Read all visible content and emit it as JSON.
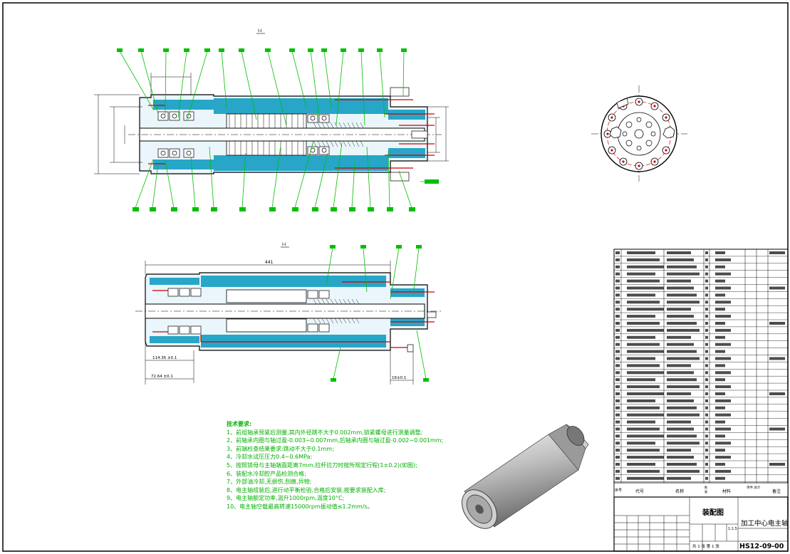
{
  "drawing": {
    "section_label_top": "I-I",
    "section_label_mid": "I-I",
    "dim_total": "441",
    "dim_a": "114.36 ±0.1",
    "dim_b": "72.64 ±0.1",
    "dim_c": "16±0.1"
  },
  "tech_notes": {
    "title": "技术要求:",
    "items": [
      "1、前组轴承预紧后测量,其内外径跳不大于0.002mm,锁紧螺母进行测量调整;",
      "2、前轴承内圈与轴过盈-0.003~0.007mm,后轴承内圈与轴过盈-0.002~0.001mm;",
      "3、前端检查结果要求:跳动不大于0.1mm;",
      "4、冷却水试压压力0.4~0.6MPa;",
      "5、按照锁母与主轴端面距离7mm,拉杆拉刀时按所规定行程(1±0.2)(如图);",
      "6、装配水冷却腔产品检测合格;",
      "7、外部油冷却,无损伤,刮痕,异物;",
      "8、电主轴组装后,进行动平衡检验,合格后安装,按要求装配入库;",
      "9、电主轴额定功率,温升1000rpm,温度10°C;",
      "10、电主轴空载最高转速15000rpm振动值≤1.2mm/s。"
    ]
  },
  "title_block": {
    "drawing_title": "装配图",
    "product_name": "加工中心电主轴",
    "drawing_number": "HS12-09-00",
    "scale": "1:1.5",
    "header_seq": "序号",
    "header_code": "代号",
    "header_name": "名称",
    "header_qty": "数量",
    "header_material": "材料",
    "header_weight": "单件 总计",
    "header_note": "备注",
    "sheet_text": "共 1 张 第 1 张"
  }
}
